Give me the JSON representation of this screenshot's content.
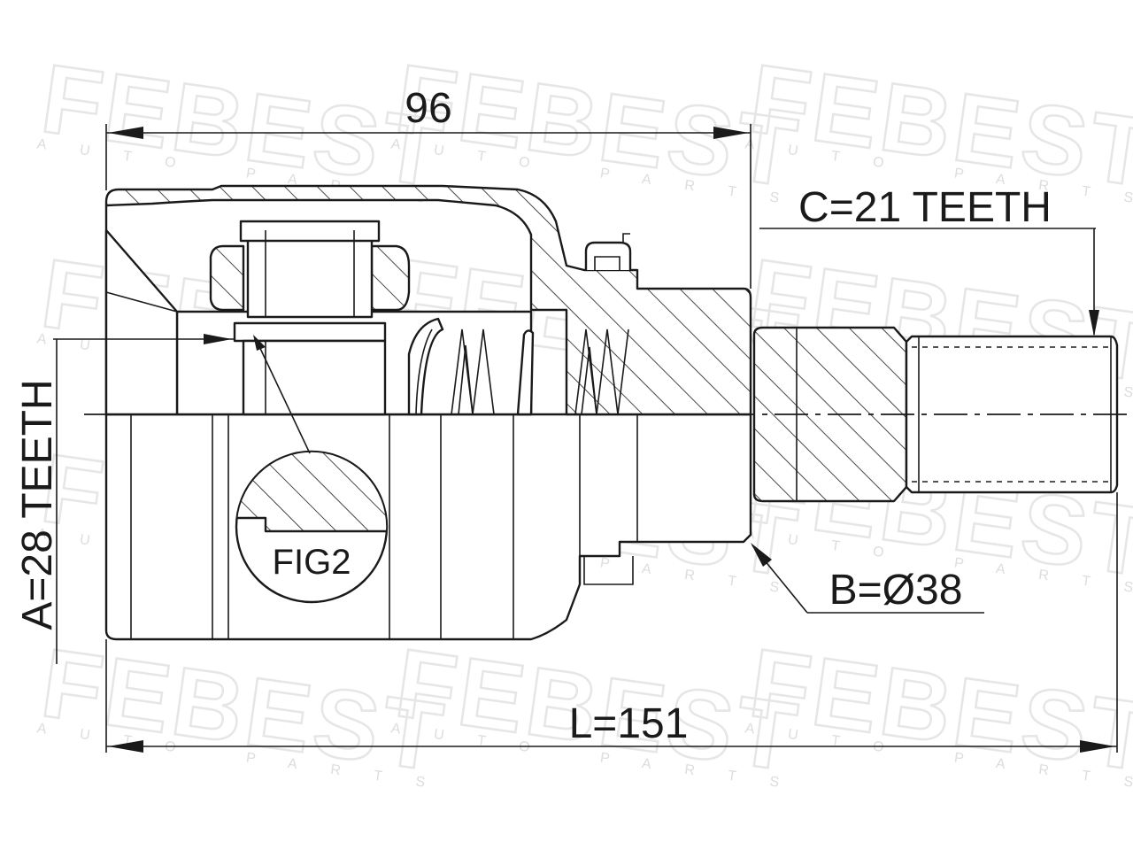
{
  "watermark": {
    "brand": "FEBEST",
    "sub": "AUTO PARTS"
  },
  "dimensions": {
    "top_length": "96",
    "total_length": "L=151",
    "spline_a": "A=28 TEETH",
    "spline_c": "C=21 TEETH",
    "diameter_b": "B=Ø38"
  },
  "detail_label": "FIG2"
}
